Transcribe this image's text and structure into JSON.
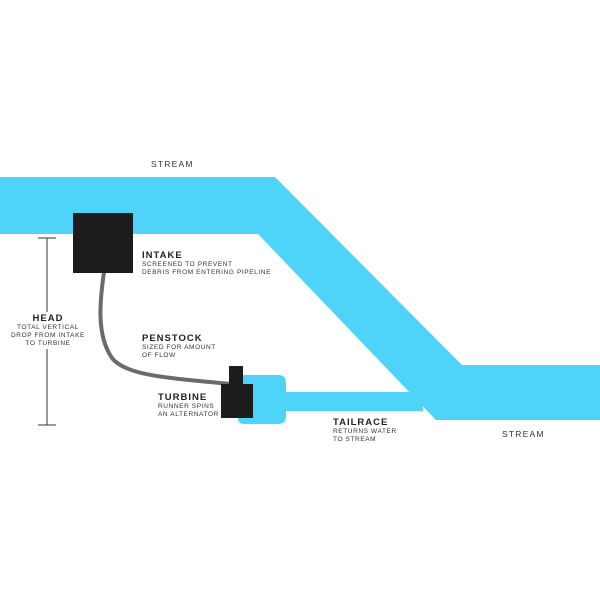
{
  "colors": {
    "water": "#4ed4f8",
    "equipment": "#1c1c1c",
    "penstock": "#6b6b6b",
    "text": "#222222"
  },
  "labels": {
    "stream_top": "STREAM",
    "stream_bottom": "STREAM",
    "intake": {
      "title": "INTAKE",
      "desc_line1": "SCREENED TO PREVENT",
      "desc_line2": "DEBRIS FROM ENTERING PIPELINE"
    },
    "penstock": {
      "title": "PENSTOCK",
      "desc_line1": "SIZED FOR AMOUNT",
      "desc_line2": "OF FLOW"
    },
    "turbine": {
      "title": "TURBINE",
      "desc_line1": "RUNNER SPINS",
      "desc_line2": "AN ALTERNATOR"
    },
    "tailrace": {
      "title": "TAILRACE",
      "desc_line1": "RETURNS WATER",
      "desc_line2": "TO STREAM"
    },
    "head": {
      "title": "HEAD",
      "desc_line1": "TOTAL VERTICAL",
      "desc_line2": "DROP FROM INTAKE",
      "desc_line3": "TO TURBINE"
    }
  }
}
